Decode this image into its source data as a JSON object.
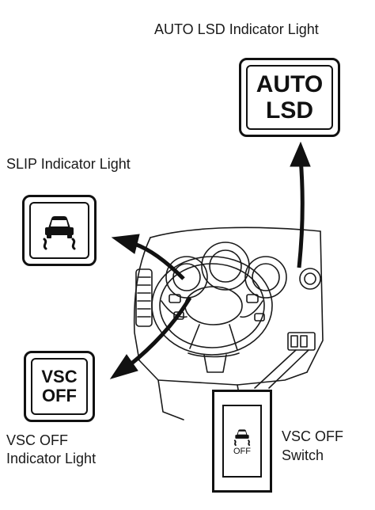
{
  "labels": {
    "auto_lsd_indicator": "AUTO LSD Indicator Light",
    "slip_indicator": "SLIP Indicator Light",
    "vsc_off_indicator_line1": "VSC OFF",
    "vsc_off_indicator_line2": "Indicator Light",
    "vsc_off_switch_line1": "VSC OFF",
    "vsc_off_switch_line2": "Switch"
  },
  "icons": {
    "auto_lsd_line1": "AUTO",
    "auto_lsd_line2": "LSD",
    "vsc_off_line1": "VSC",
    "vsc_off_line2": "OFF",
    "switch_off": "OFF",
    "slip_icon": "skidding-car-icon"
  },
  "colors": {
    "ink": "#111111",
    "background": "#ffffff"
  }
}
